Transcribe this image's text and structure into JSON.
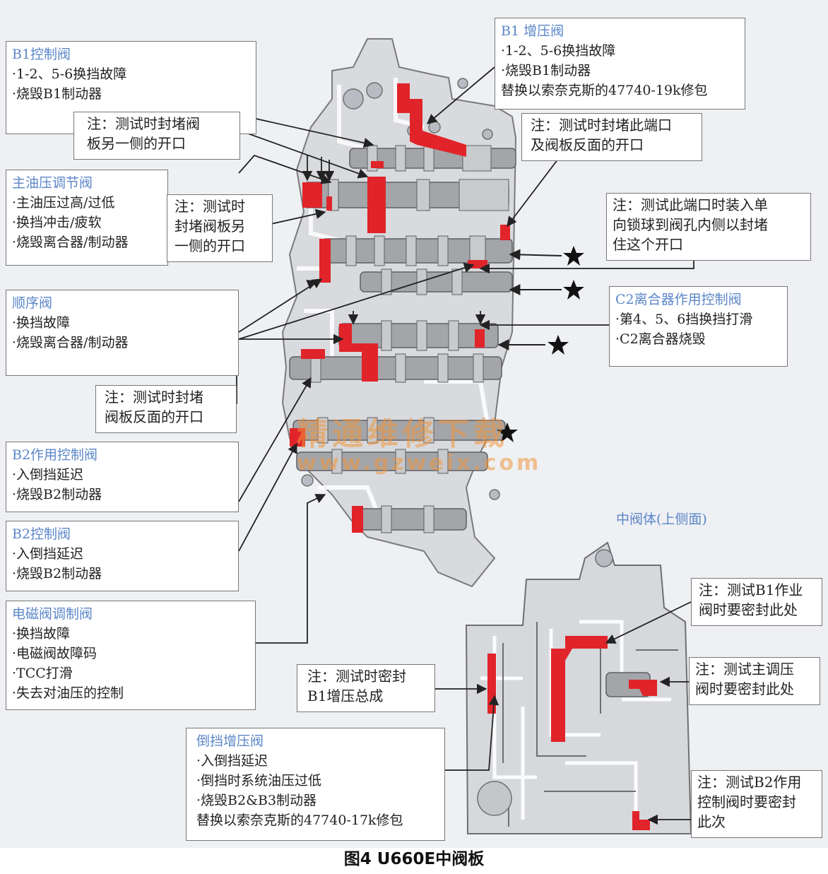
{
  "caption": "图4 U660E中阀板",
  "colors": {
    "title_blue": "#5b86c8",
    "highlight_red": "#e0242a",
    "valve_gray": "#9a9a9a"
  },
  "watermark": {
    "cn": "精通维修下载",
    "url": "www.gzweix.com"
  },
  "view_label": "中阀体(上侧面)",
  "boxes": {
    "b1_control": {
      "title": "B1控制阀",
      "items": [
        "·1-2、5-6换挡故障",
        "·烧毁B1制动器"
      ]
    },
    "b1_boost": {
      "title": "B1 增压阀",
      "items": [
        "·1-2、5-6换挡故障",
        "·烧毁B1制动器",
        "替换以索奈克斯的47740-19k修包"
      ]
    },
    "main_pressure": {
      "title": "主油压调节阀",
      "items": [
        "·主油压过高/过低",
        "·换挡冲击/疲软",
        "·烧毁离合器/制动器"
      ]
    },
    "sequence": {
      "title": "顺序阀",
      "items": [
        "·换挡故障",
        "·烧毁离合器/制动器"
      ]
    },
    "c2_apply": {
      "title": "C2离合器作用控制阀",
      "items": [
        "·第4、5、6挡换挡打滑",
        "·C2离合器烧毁"
      ]
    },
    "b2_apply": {
      "title": "B2作用控制阀",
      "items": [
        "·入倒挡延迟",
        "·烧毁B2制动器"
      ]
    },
    "b2_control": {
      "title": "B2控制阀",
      "items": [
        "·入倒挡延迟",
        "·烧毁B2制动器"
      ]
    },
    "solenoid_mod": {
      "title": "电磁阀调制阀",
      "items": [
        "·换挡故障",
        "·电磁阀故障码",
        "·TCC打滑",
        "·失去对油压的控制"
      ]
    },
    "reverse_boost": {
      "title": "倒挡增压阀",
      "items": [
        "·入倒挡延迟",
        "·倒挡时系统油压过低",
        "·烧毁B2&B3制动器",
        "替换以索奈克斯的47740-17k修包"
      ]
    }
  },
  "notes": {
    "n1": [
      "注：测试时封堵阀",
      "板另一侧的开口"
    ],
    "n2": [
      "注：测试时封堵此端口",
      "及阀板反面的开口"
    ],
    "n3": [
      "注：测试时",
      "封堵阀板另",
      "一侧的开口"
    ],
    "n4": [
      "注：测试此端口时装入单",
      "向锁球到阀孔内侧以封堵",
      "住这个开口"
    ],
    "n5": [
      "注：测试时封堵",
      "阀板反面的开口"
    ],
    "n6": [
      "注：测试B1作业",
      "阀时要密封此处"
    ],
    "n7": [
      "注：测试时密封",
      "B1增压总成"
    ],
    "n8": [
      "注：测试主调压",
      "阀时要密封此处"
    ],
    "n9": [
      "注：测试B2作用",
      "控制阀时要密封",
      "此次"
    ]
  }
}
